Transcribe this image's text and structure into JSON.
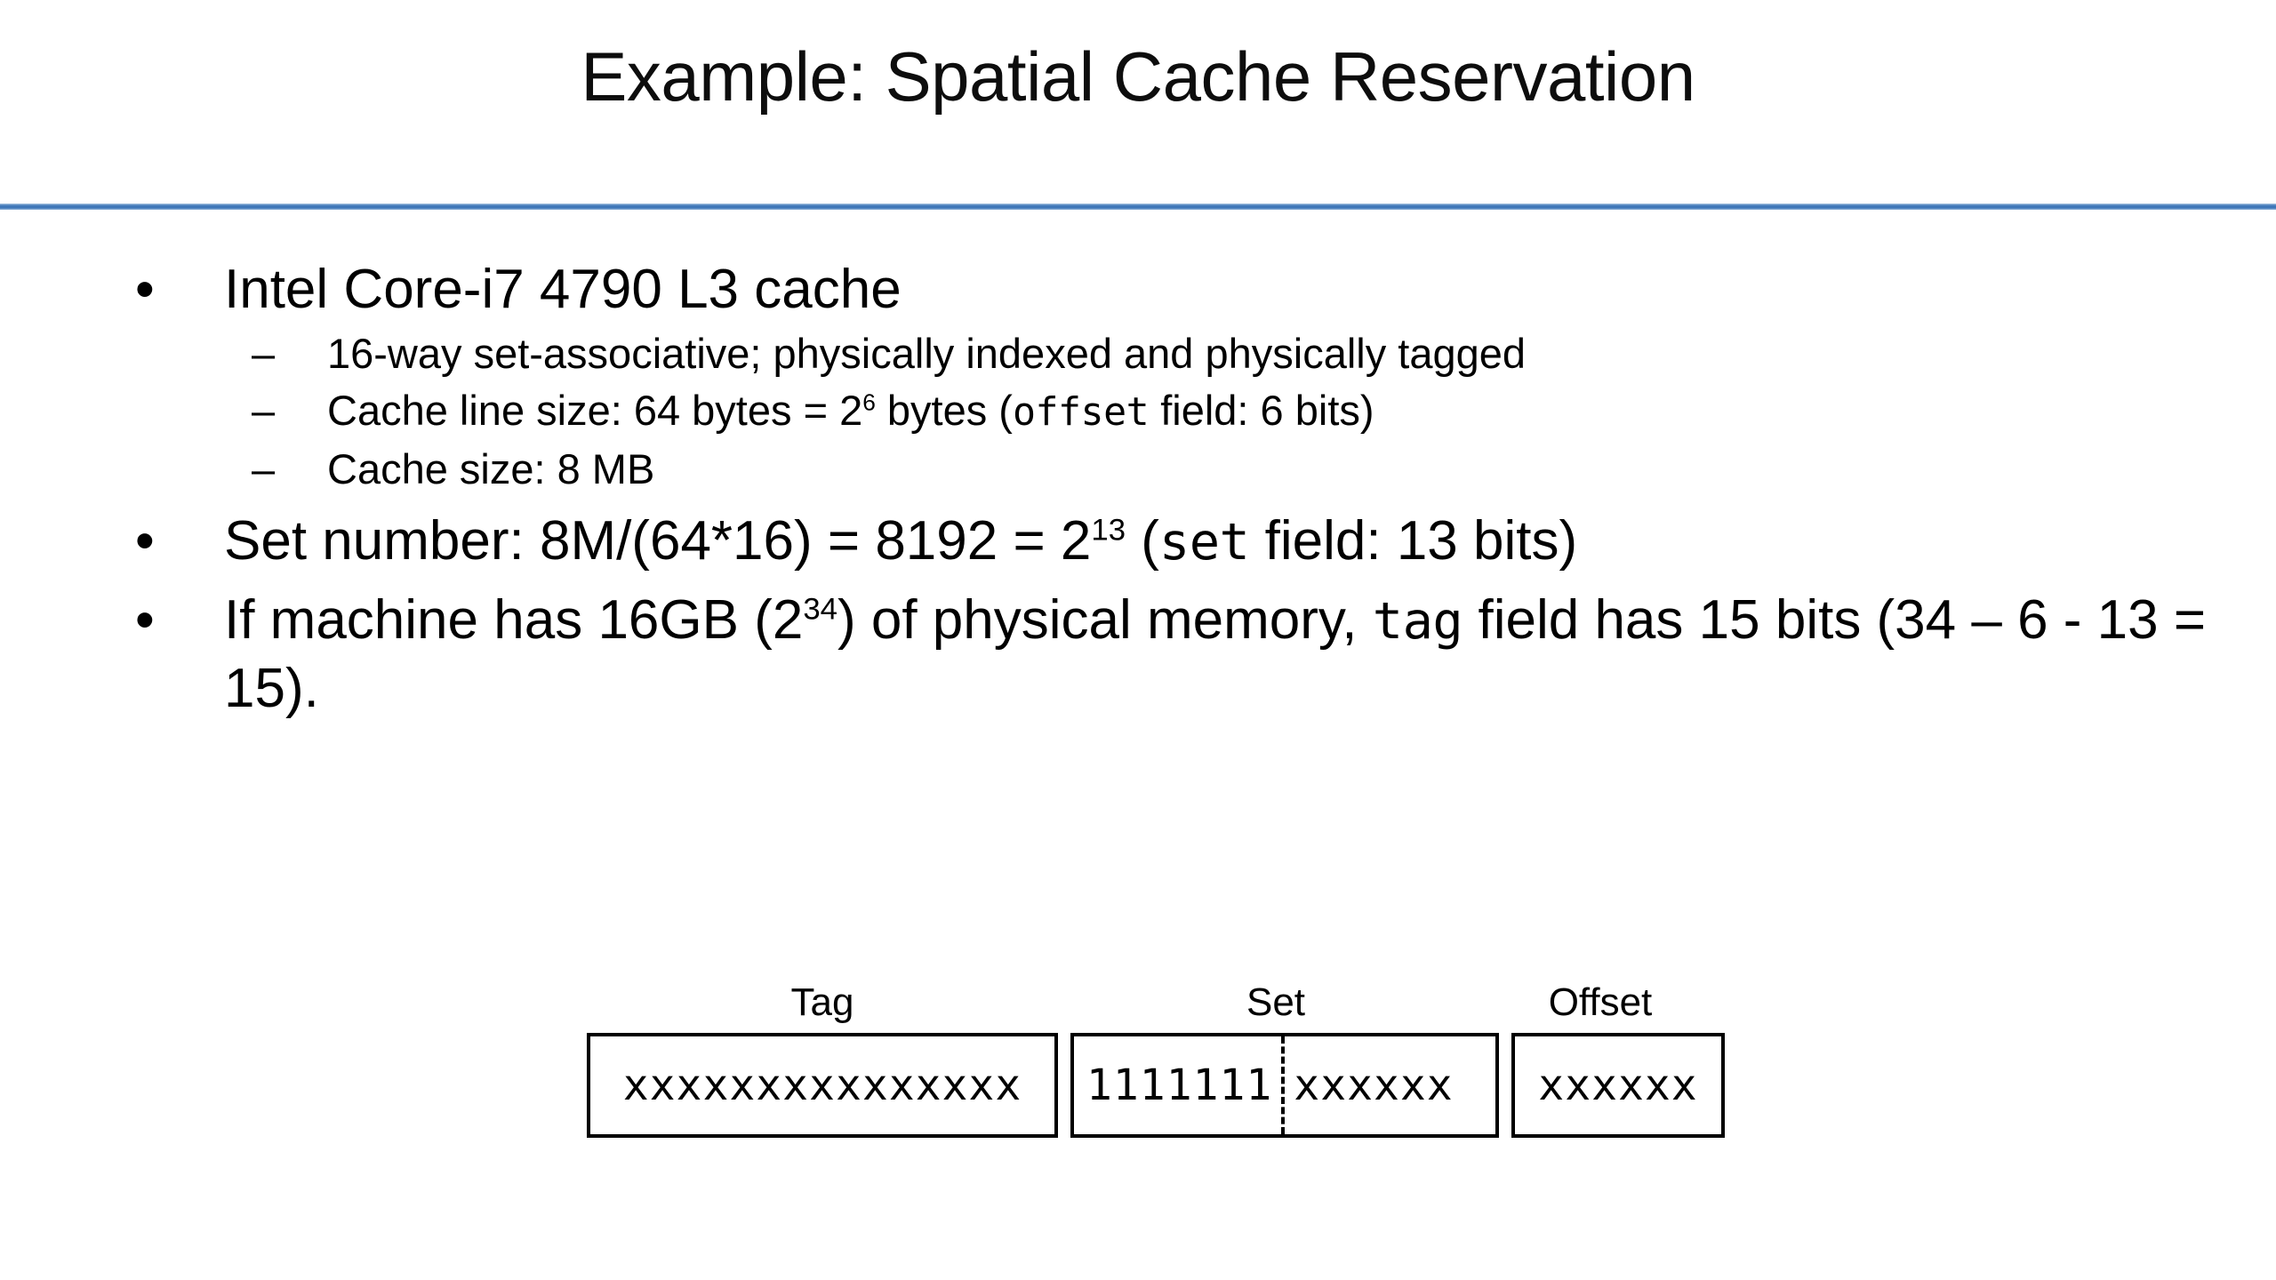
{
  "slide": {
    "title": "Example: Spatial Cache Reservation",
    "rule_color": "#3f77b8",
    "background_color": "#ffffff",
    "text_color": "#000000"
  },
  "markers": {
    "level1": "•",
    "level2": "–"
  },
  "bullets": {
    "b1": {
      "text": "Intel Core-i7 4790 L3 cache"
    },
    "b1_sub1": {
      "text": "16-way set-associative; physically indexed and physically tagged"
    },
    "b1_sub2": {
      "part1": "Cache line size: 64 bytes = 2",
      "sup": "6",
      "part2": " bytes (",
      "mono": "offset",
      "part3": " field: 6 bits)"
    },
    "b1_sub3": {
      "text": "Cache size: 8 MB"
    },
    "b2": {
      "part1": "Set number: 8M/(64*16) = 8192 = 2",
      "sup": "13",
      "part2": " (",
      "mono": "set",
      "part3": " field: 13 bits)"
    },
    "b3": {
      "part1": "If machine has 16GB (2",
      "sup": "34",
      "part2": ") of physical memory, ",
      "mono": "tag",
      "part3": " field has 15 bits (34 – 6 - 13 = 15)."
    }
  },
  "diagram": {
    "labels": {
      "tag": "Tag",
      "set": "Set",
      "offset": "Offset"
    },
    "fields": {
      "tag_bits": "xxxxxxxxxxxxxxx",
      "set_reserved_bits": "1111111",
      "set_index_bits": "xxxxxx",
      "offset_bits": "xxxxxx"
    }
  }
}
